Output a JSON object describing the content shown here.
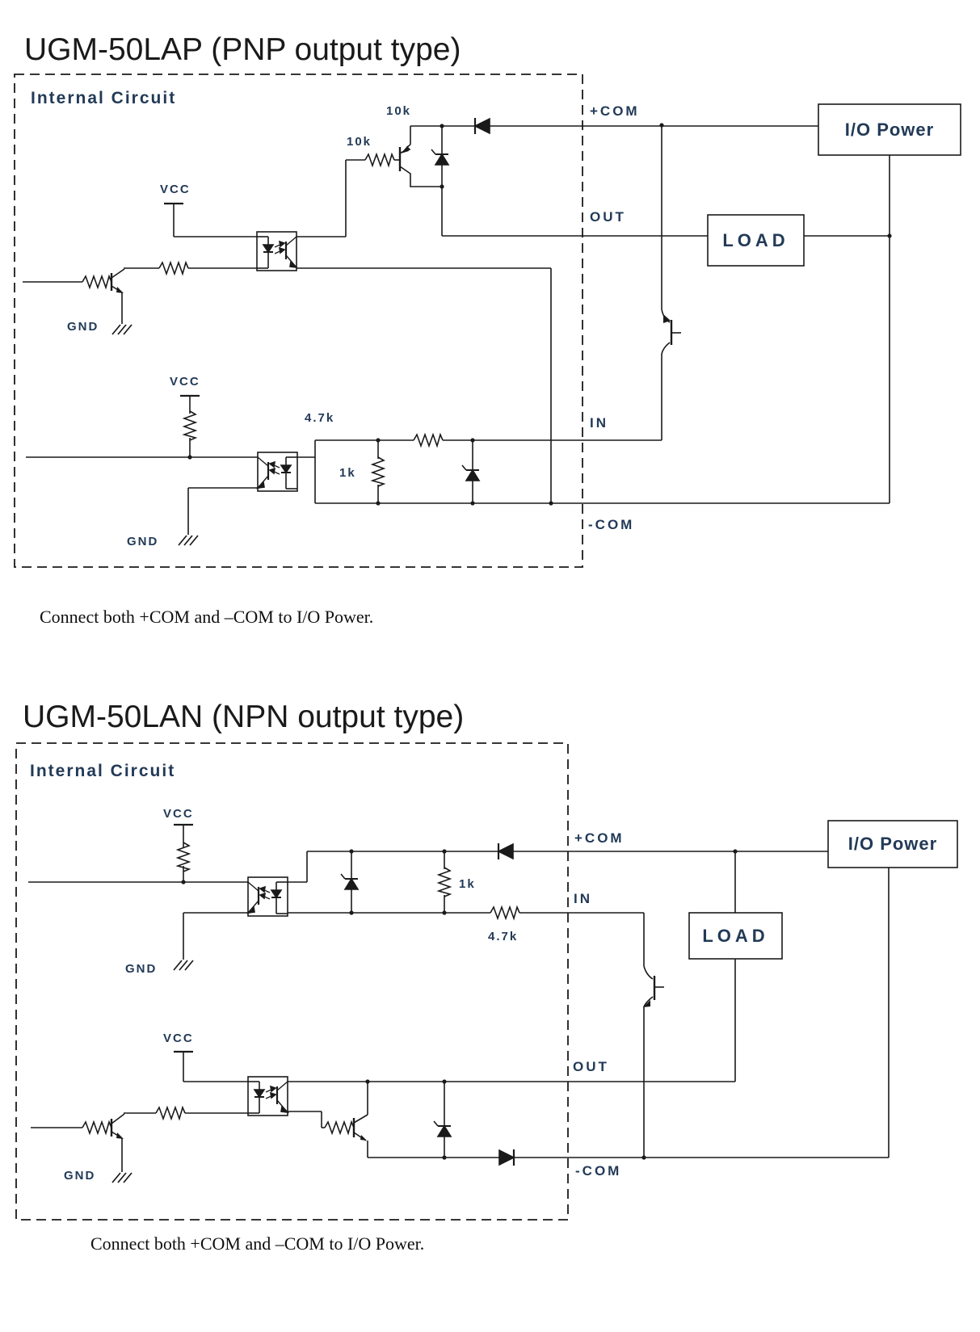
{
  "colors": {
    "wire": "#1a1a1a",
    "label_blue": "#223a57",
    "title_black": "#1a1a1a",
    "background": "#ffffff"
  },
  "diagrams": [
    {
      "id": "pnp",
      "title": "UGM-50LAP (PNP output type)",
      "internal_label": "Internal Circuit",
      "caption": "Connect both +COM and –COM to I/O Power.",
      "pins": {
        "plus_com": "+COM",
        "out": "OUT",
        "in": "IN",
        "minus_com": "-COM"
      },
      "external_boxes": {
        "io_power": "I/O Power",
        "load": "LOAD"
      },
      "power_labels": {
        "vcc_output": "VCC",
        "gnd_output": "GND",
        "vcc_input": "VCC",
        "gnd_input": "GND"
      },
      "resistors": {
        "pullup": "10k",
        "base": "10k",
        "series": "4.7k",
        "shunt": "1k"
      }
    },
    {
      "id": "npn",
      "title": "UGM-50LAN (NPN output type)",
      "internal_label": "Internal Circuit",
      "caption": "Connect both +COM and –COM to I/O Power.",
      "pins": {
        "plus_com": "+COM",
        "in": "IN",
        "out": "OUT",
        "minus_com": "-COM"
      },
      "external_boxes": {
        "io_power": "I/O Power",
        "load": "LOAD"
      },
      "power_labels": {
        "vcc_input": "VCC",
        "gnd_input": "GND",
        "vcc_output": "VCC",
        "gnd_output": "GND"
      },
      "resistors": {
        "series": "4.7k",
        "shunt": "1k"
      }
    }
  ]
}
